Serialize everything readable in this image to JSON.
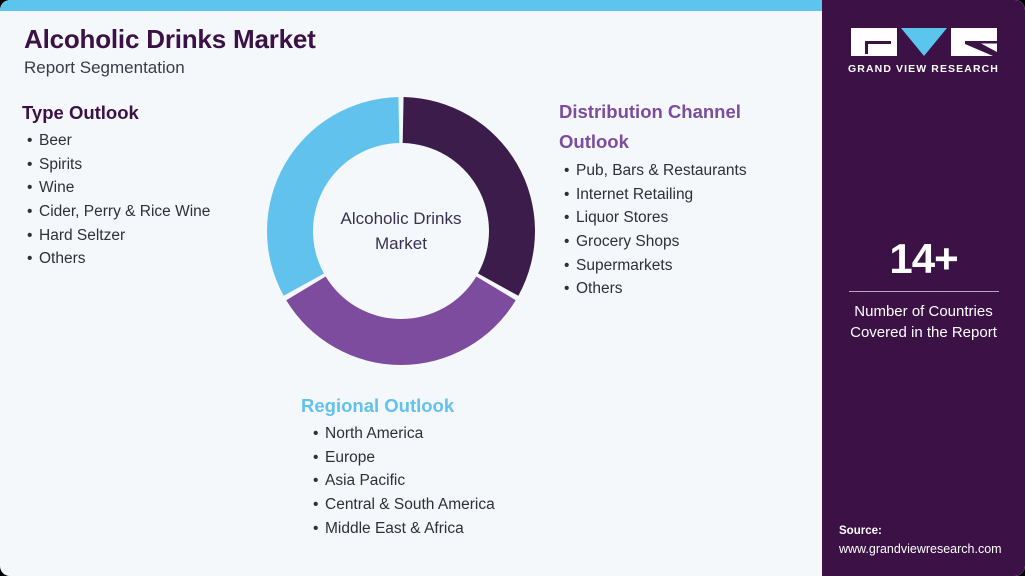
{
  "theme": {
    "background": "#f4f8fb",
    "dark_purple": "#3b1146",
    "mid_purple": "#7d4c9e",
    "light_blue": "#5bc5ee",
    "donut_blue": "#62c2ee",
    "text_gray": "#2f2f38"
  },
  "header": {
    "title": "Alcoholic Drinks Market",
    "subtitle": "Report Segmentation"
  },
  "segments": {
    "type": {
      "heading": "Type Outlook",
      "items": [
        "Beer",
        "Spirits",
        "Wine",
        "Cider, Perry & Rice Wine",
        "Hard Seltzer",
        "Others"
      ]
    },
    "distribution": {
      "heading": "Distribution Channel Outlook",
      "items": [
        "Pub, Bars & Restaurants",
        "Internet Retailing",
        "Liquor Stores",
        "Grocery Shops",
        "Supermarkets",
        "Others"
      ]
    },
    "regional": {
      "heading": "Regional Outlook",
      "items": [
        "North America",
        "Europe",
        "Asia Pacific",
        "Central & South America",
        "Middle East & Africa"
      ]
    }
  },
  "donut": {
    "center_line1": "Alcoholic Drinks",
    "center_line2": "Market",
    "slices": [
      {
        "name": "Type Outlook",
        "color": "#3b1c4a",
        "share": 33.33
      },
      {
        "name": "Distribution Channel Outlook",
        "color": "#7d4c9e",
        "share": 33.33
      },
      {
        "name": "Regional Outlook",
        "color": "#62c2ee",
        "share": 33.33
      }
    ]
  },
  "panel": {
    "logo_text": "GRAND VIEW RESEARCH",
    "stat_value": "14+",
    "stat_caption_line1": "Number of Countries",
    "stat_caption_line2": "Covered in the Report",
    "source_label": "Source:",
    "source_url": "www.grandviewresearch.com"
  },
  "bullet": "•"
}
